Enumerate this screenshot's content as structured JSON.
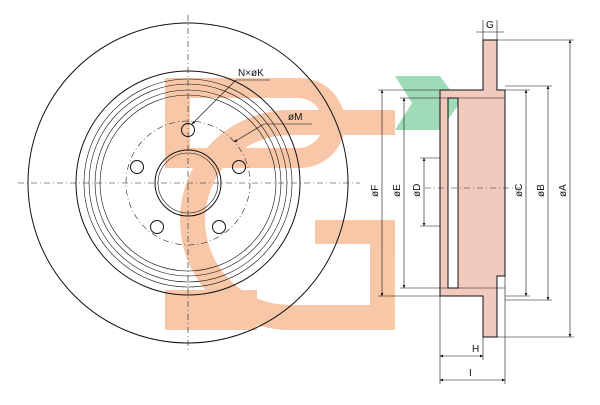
{
  "labels": {
    "bolt_pattern": "N×øK",
    "pcd": "øM",
    "dim_g": "G",
    "dim_f": "øF",
    "dim_e": "øE",
    "dim_d": "øD",
    "dim_c": "øC",
    "dim_b": "øB",
    "dim_a": "øA",
    "dim_h": "H",
    "dim_i": "I"
  },
  "colors": {
    "watermark_orange": "#f5b58a",
    "watermark_green": "#7fd0a0",
    "section_fill": "#f1c9bd",
    "line": "#111111"
  }
}
